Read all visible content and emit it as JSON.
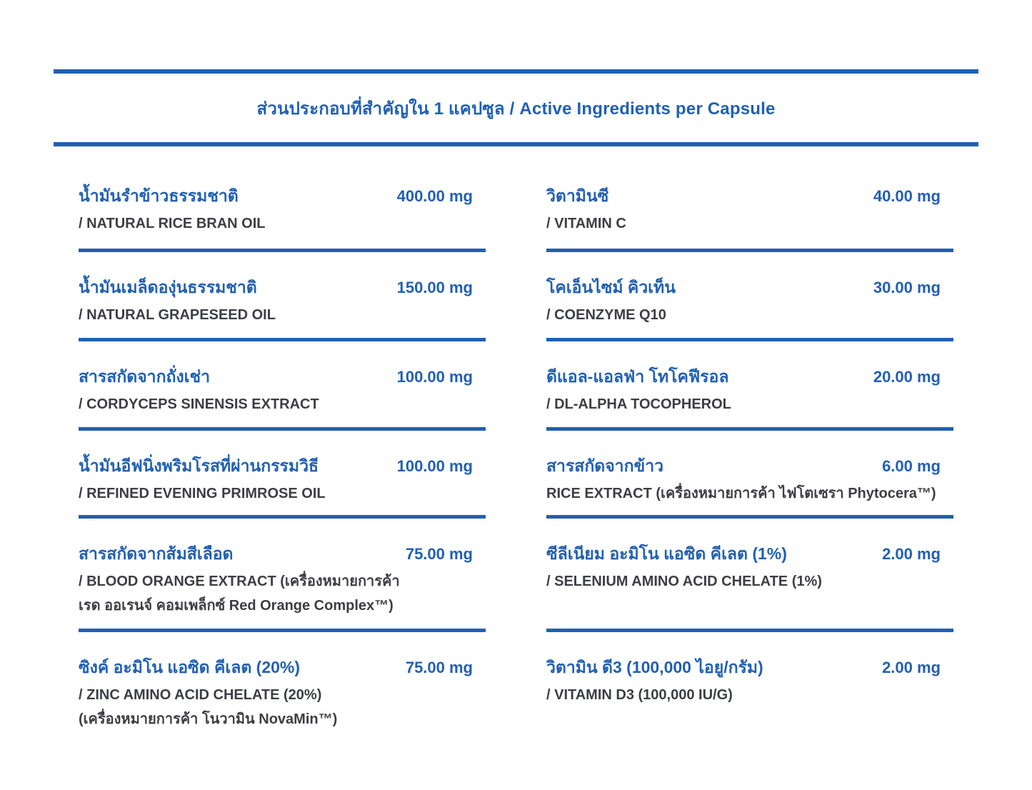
{
  "header": {
    "title": "ส่วนประกอบที่สำคัญใน 1 แคปซูล / Active Ingredients per Capsule"
  },
  "colors": {
    "accent_blue": "#2160b2",
    "text_dark": "#3b3e43"
  },
  "unit": "mg",
  "columns": {
    "left": [
      {
        "name_th": "น้ำมันรำข้าวธรรมชาติ",
        "amount": "400.00 mg",
        "en1": "/ NATURAL RICE BRAN OIL"
      },
      {
        "name_th": "น้ำมันเมล็ดองุ่นธรรมชาติ",
        "amount": "150.00 mg",
        "en1": "/ NATURAL GRAPESEED OIL"
      },
      {
        "name_th": "สารสกัดจากถั่งเช่า",
        "amount": "100.00 mg",
        "en1": "/ CORDYCEPS SINENSIS EXTRACT"
      },
      {
        "name_th": "น้ำมันอีฟนิ่งพริมโรสที่ผ่านกรรมวิธี",
        "amount": "100.00 mg",
        "en1": "/ REFINED EVENING PRIMROSE OIL"
      },
      {
        "name_th": "สารสกัดจากส้มสีเลือด",
        "amount": "75.00 mg",
        "en1": "/ BLOOD ORANGE EXTRACT (เครื่องหมายการค้า",
        "en2": "เรด ออเรนจ์ คอมเพล็กซ์ Red Orange Complex™)"
      },
      {
        "name_th": "ซิงค์ อะมิโน แอซิด คีเลต (20%)",
        "amount": "75.00 mg",
        "en1": "/ ZINC AMINO ACID CHELATE (20%)",
        "en2": "(เครื่องหมายการค้า โนวามิน NovaMin™)"
      }
    ],
    "right": [
      {
        "name_th": "วิตามินซี",
        "amount": "40.00 mg",
        "en1": "/ VITAMIN C"
      },
      {
        "name_th": "โคเอ็นไซม์ คิวเท็น",
        "amount": "30.00 mg",
        "en1": "/ COENZYME Q10"
      },
      {
        "name_th": "ดีแอล-แอลฟ่า โทโคฟีรอล",
        "amount": "20.00 mg",
        "en1": "/ DL-ALPHA TOCOPHEROL"
      },
      {
        "name_th": "สารสกัดจากข้าว",
        "amount": "6.00 mg",
        "en1": "RICE EXTRACT (เครื่องหมายการค้า ไฟโตเซรา Phytocera™)"
      },
      {
        "name_th": "ซีลีเนียม อะมิโน แอซิด คีเลต (1%)",
        "amount": "2.00 mg",
        "en1": "/ SELENIUM AMINO ACID CHELATE (1%)"
      },
      {
        "name_th": "วิตามิน ดี3 (100,000 ไอยู/กรัม)",
        "amount": "2.00 mg",
        "en1": "/ VITAMIN D3 (100,000 IU/G)"
      }
    ]
  }
}
